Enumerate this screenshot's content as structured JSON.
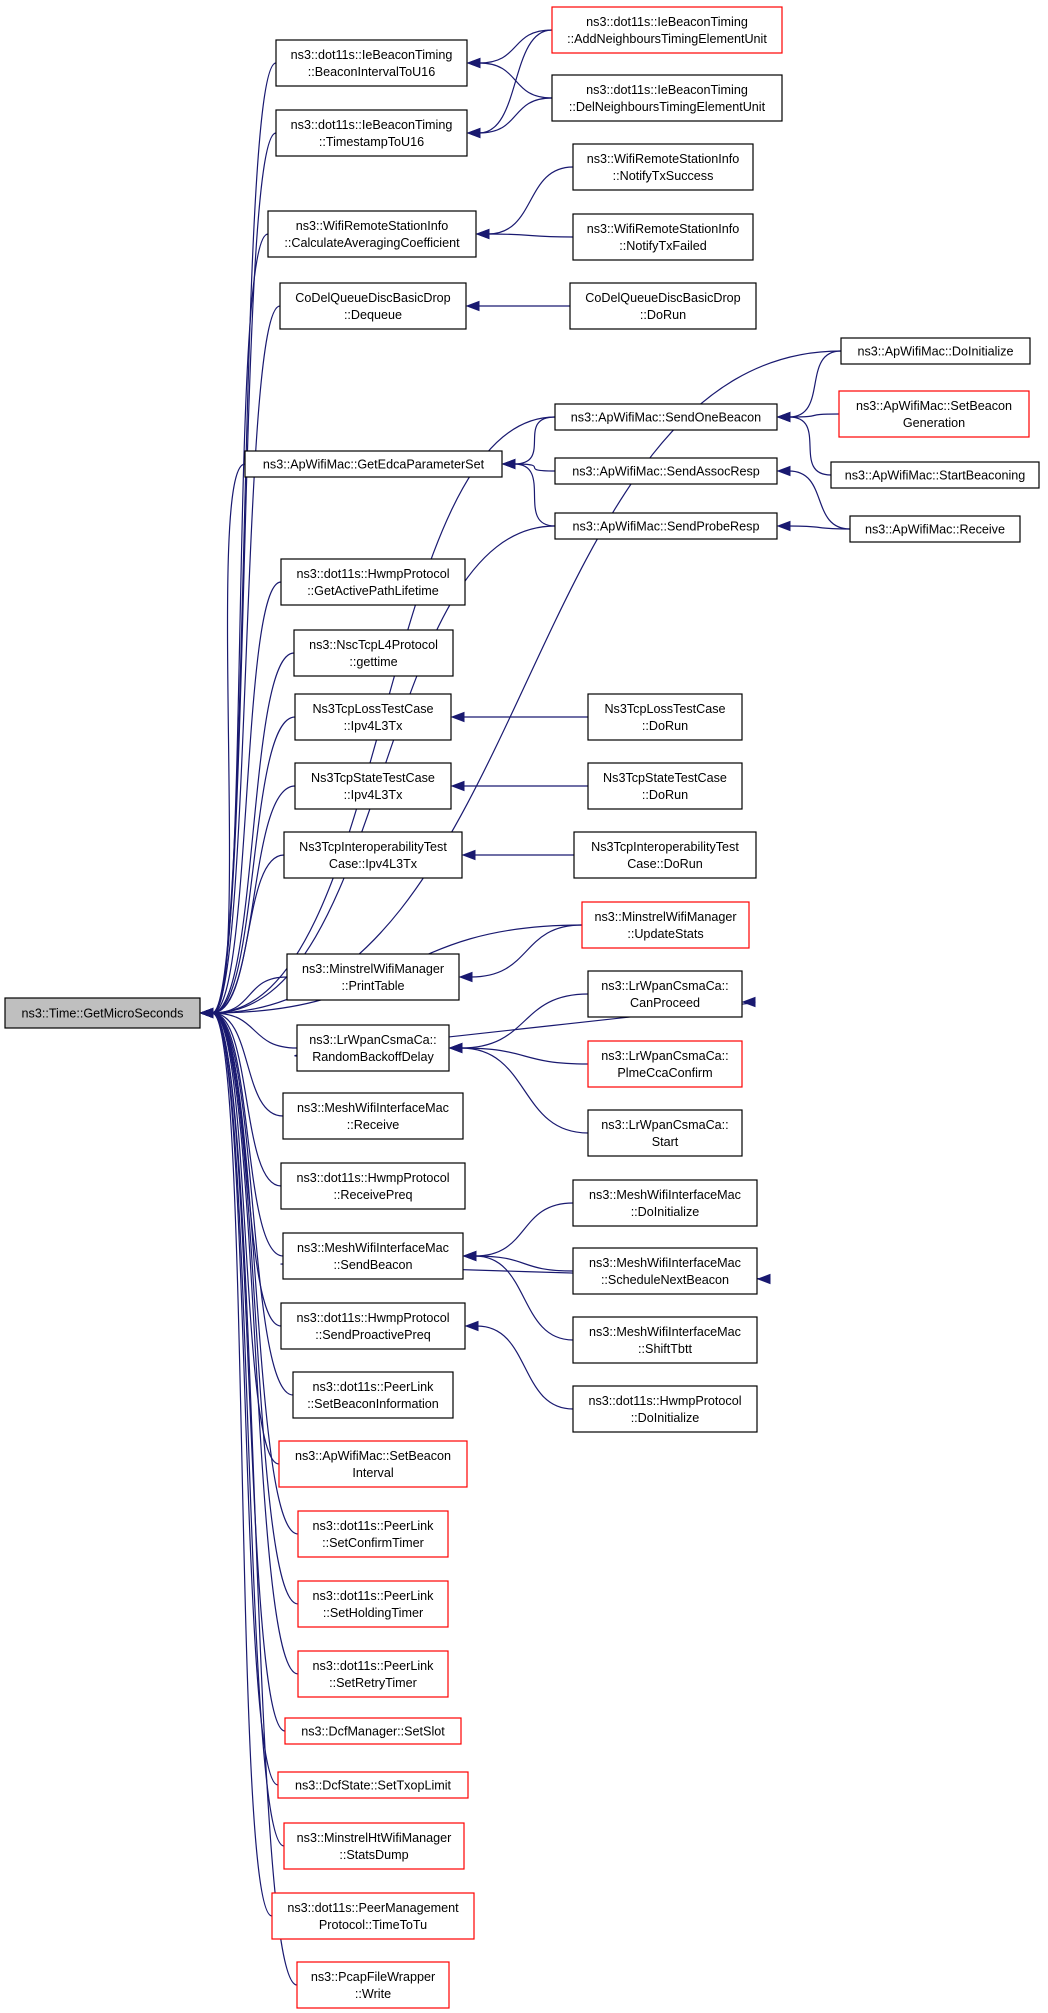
{
  "title": "",
  "colors": {
    "edge": "#191970",
    "border": "#000000",
    "border_incomplete": "#ff0000",
    "root_fill": "#bfbfbf"
  },
  "nodes": [
    {
      "id": "root",
      "lines": [
        "ns3::Time::GetMicroSeconds"
      ],
      "style": "root"
    },
    {
      "id": "bi2u16",
      "lines": [
        "ns3::dot11s::IeBeaconTiming",
        "::BeaconIntervalToU16"
      ],
      "style": "normal"
    },
    {
      "id": "ts2u16",
      "lines": [
        "ns3::dot11s::IeBeaconTiming",
        "::TimestampToU16"
      ],
      "style": "normal"
    },
    {
      "id": "addnte",
      "lines": [
        "ns3::dot11s::IeBeaconTiming",
        "::AddNeighboursTimingElementUnit"
      ],
      "style": "red"
    },
    {
      "id": "delnte",
      "lines": [
        "ns3::dot11s::IeBeaconTiming",
        "::DelNeighboursTimingElementUnit"
      ],
      "style": "normal"
    },
    {
      "id": "calcavg",
      "lines": [
        "ns3::WifiRemoteStationInfo",
        "::CalculateAveragingCoefficient"
      ],
      "style": "normal"
    },
    {
      "id": "notifysucc",
      "lines": [
        "ns3::WifiRemoteStationInfo",
        "::NotifyTxSuccess"
      ],
      "style": "normal"
    },
    {
      "id": "notifyfail",
      "lines": [
        "ns3::WifiRemoteStationInfo",
        "::NotifyTxFailed"
      ],
      "style": "normal"
    },
    {
      "id": "codeldeq",
      "lines": [
        "CoDelQueueDiscBasicDrop",
        "::Dequeue"
      ],
      "style": "normal"
    },
    {
      "id": "codelrun",
      "lines": [
        "CoDelQueueDiscBasicDrop",
        "::DoRun"
      ],
      "style": "normal"
    },
    {
      "id": "apdoinit",
      "lines": [
        "ns3::ApWifiMac::DoInitialize"
      ],
      "style": "normal"
    },
    {
      "id": "apsendbeacon",
      "lines": [
        "ns3::ApWifiMac::SendOneBeacon"
      ],
      "style": "normal"
    },
    {
      "id": "apsetbeacongen",
      "lines": [
        "ns3::ApWifiMac::SetBeacon",
        "Generation"
      ],
      "style": "red"
    },
    {
      "id": "apedca",
      "lines": [
        "ns3::ApWifiMac::GetEdcaParameterSet"
      ],
      "style": "normal"
    },
    {
      "id": "apassoc",
      "lines": [
        "ns3::ApWifiMac::SendAssocResp"
      ],
      "style": "normal"
    },
    {
      "id": "apstartbeacon",
      "lines": [
        "ns3::ApWifiMac::StartBeaconing"
      ],
      "style": "normal"
    },
    {
      "id": "approbe",
      "lines": [
        "ns3::ApWifiMac::SendProbeResp"
      ],
      "style": "normal"
    },
    {
      "id": "apreceive",
      "lines": [
        "ns3::ApWifiMac::Receive"
      ],
      "style": "normal"
    },
    {
      "id": "hwmpactive",
      "lines": [
        "ns3::dot11s::HwmpProtocol",
        "::GetActivePathLifetime"
      ],
      "style": "normal"
    },
    {
      "id": "nscgettime",
      "lines": [
        "ns3::NscTcpL4Protocol",
        "::gettime"
      ],
      "style": "normal"
    },
    {
      "id": "losstx",
      "lines": [
        "Ns3TcpLossTestCase",
        "::Ipv4L3Tx"
      ],
      "style": "normal"
    },
    {
      "id": "lossrun",
      "lines": [
        "Ns3TcpLossTestCase",
        "::DoRun"
      ],
      "style": "normal"
    },
    {
      "id": "statetx",
      "lines": [
        "Ns3TcpStateTestCase",
        "::Ipv4L3Tx"
      ],
      "style": "normal"
    },
    {
      "id": "staterun",
      "lines": [
        "Ns3TcpStateTestCase",
        "::DoRun"
      ],
      "style": "normal"
    },
    {
      "id": "interoptx",
      "lines": [
        "Ns3TcpInteroperabilityTest",
        "Case::Ipv4L3Tx"
      ],
      "style": "normal"
    },
    {
      "id": "interoprun",
      "lines": [
        "Ns3TcpInteroperabilityTest",
        "Case::DoRun"
      ],
      "style": "normal"
    },
    {
      "id": "minstrelupd",
      "lines": [
        "ns3::MinstrelWifiManager",
        "::UpdateStats"
      ],
      "style": "red"
    },
    {
      "id": "minstrelprint",
      "lines": [
        "ns3::MinstrelWifiManager",
        "::PrintTable"
      ],
      "style": "normal"
    },
    {
      "id": "lrcanproceed",
      "lines": [
        "ns3::LrWpanCsmaCa::",
        "CanProceed"
      ],
      "style": "normal"
    },
    {
      "id": "lrrandom",
      "lines": [
        "ns3::LrWpanCsmaCa::",
        "RandomBackoffDelay"
      ],
      "style": "normal"
    },
    {
      "id": "lrplme",
      "lines": [
        "ns3::LrWpanCsmaCa::",
        "PlmeCcaConfirm"
      ],
      "style": "red"
    },
    {
      "id": "lrstart",
      "lines": [
        "ns3::LrWpanCsmaCa::",
        "Start"
      ],
      "style": "normal"
    },
    {
      "id": "meshrecv",
      "lines": [
        "ns3::MeshWifiInterfaceMac",
        "::Receive"
      ],
      "style": "normal"
    },
    {
      "id": "hwmpreq",
      "lines": [
        "ns3::dot11s::HwmpProtocol",
        "::ReceivePreq"
      ],
      "style": "normal"
    },
    {
      "id": "meshdoinit",
      "lines": [
        "ns3::MeshWifiInterfaceMac",
        "::DoInitialize"
      ],
      "style": "normal"
    },
    {
      "id": "meshsendbeacon",
      "lines": [
        "ns3::MeshWifiInterfaceMac",
        "::SendBeacon"
      ],
      "style": "normal"
    },
    {
      "id": "meshschedule",
      "lines": [
        "ns3::MeshWifiInterfaceMac",
        "::ScheduleNextBeacon"
      ],
      "style": "normal"
    },
    {
      "id": "hwmpproactive",
      "lines": [
        "ns3::dot11s::HwmpProtocol",
        "::SendProactivePreq"
      ],
      "style": "normal"
    },
    {
      "id": "meshshift",
      "lines": [
        "ns3::MeshWifiInterfaceMac",
        "::ShiftTbtt"
      ],
      "style": "normal"
    },
    {
      "id": "hwmpdoinit",
      "lines": [
        "ns3::dot11s::HwmpProtocol",
        "::DoInitialize"
      ],
      "style": "normal"
    },
    {
      "id": "peersetbeacon",
      "lines": [
        "ns3::dot11s::PeerLink",
        "::SetBeaconInformation"
      ],
      "style": "normal"
    },
    {
      "id": "apsetbeaconint",
      "lines": [
        "ns3::ApWifiMac::SetBeacon",
        "Interval"
      ],
      "style": "red"
    },
    {
      "id": "peerconfirm",
      "lines": [
        "ns3::dot11s::PeerLink",
        "::SetConfirmTimer"
      ],
      "style": "red"
    },
    {
      "id": "peerholding",
      "lines": [
        "ns3::dot11s::PeerLink",
        "::SetHoldingTimer"
      ],
      "style": "red"
    },
    {
      "id": "peerretry",
      "lines": [
        "ns3::dot11s::PeerLink",
        "::SetRetryTimer"
      ],
      "style": "red"
    },
    {
      "id": "dcfslot",
      "lines": [
        "ns3::DcfManager::SetSlot"
      ],
      "style": "red"
    },
    {
      "id": "dcftxop",
      "lines": [
        "ns3::DcfState::SetTxopLimit"
      ],
      "style": "red"
    },
    {
      "id": "minstrelht",
      "lines": [
        "ns3::MinstrelHtWifiManager",
        "::StatsDump"
      ],
      "style": "red"
    },
    {
      "id": "peermgmt",
      "lines": [
        "ns3::dot11s::PeerManagement",
        "Protocol::TimeToTu"
      ],
      "style": "red"
    },
    {
      "id": "pcapwrite",
      "lines": [
        "ns3::PcapFileWrapper",
        "::Write"
      ],
      "style": "red"
    }
  ],
  "edges": [
    {
      "from": "bi2u16",
      "to": "root"
    },
    {
      "from": "ts2u16",
      "to": "root"
    },
    {
      "from": "calcavg",
      "to": "root"
    },
    {
      "from": "codeldeq",
      "to": "root"
    },
    {
      "from": "apdoinit",
      "to": "root"
    },
    {
      "from": "apsendbeacon",
      "to": "root"
    },
    {
      "from": "apedca",
      "to": "root"
    },
    {
      "from": "approbe",
      "to": "root"
    },
    {
      "from": "hwmpactive",
      "to": "root"
    },
    {
      "from": "nscgettime",
      "to": "root"
    },
    {
      "from": "losstx",
      "to": "root"
    },
    {
      "from": "statetx",
      "to": "root"
    },
    {
      "from": "interoptx",
      "to": "root"
    },
    {
      "from": "minstrelupd",
      "to": "root"
    },
    {
      "from": "minstrelprint",
      "to": "root"
    },
    {
      "from": "lrrandom",
      "to": "root"
    },
    {
      "from": "meshrecv",
      "to": "root"
    },
    {
      "from": "hwmpreq",
      "to": "root"
    },
    {
      "from": "meshsendbeacon",
      "to": "root"
    },
    {
      "from": "hwmpproactive",
      "to": "root"
    },
    {
      "from": "peersetbeacon",
      "to": "root"
    },
    {
      "from": "apsetbeaconint",
      "to": "root"
    },
    {
      "from": "peerconfirm",
      "to": "root"
    },
    {
      "from": "peerholding",
      "to": "root"
    },
    {
      "from": "peerretry",
      "to": "root"
    },
    {
      "from": "dcfslot",
      "to": "root"
    },
    {
      "from": "dcftxop",
      "to": "root"
    },
    {
      "from": "minstrelht",
      "to": "root"
    },
    {
      "from": "peermgmt",
      "to": "root"
    },
    {
      "from": "pcapwrite",
      "to": "root"
    },
    {
      "from": "addnte",
      "to": "bi2u16"
    },
    {
      "from": "delnte",
      "to": "bi2u16"
    },
    {
      "from": "addnte",
      "to": "ts2u16"
    },
    {
      "from": "delnte",
      "to": "ts2u16"
    },
    {
      "from": "notifysucc",
      "to": "calcavg"
    },
    {
      "from": "notifyfail",
      "to": "calcavg"
    },
    {
      "from": "codelrun",
      "to": "codeldeq"
    },
    {
      "from": "apdoinit",
      "to": "apsendbeacon"
    },
    {
      "from": "apsetbeacongen",
      "to": "apsendbeacon"
    },
    {
      "from": "apstartbeacon",
      "to": "apsendbeacon"
    },
    {
      "from": "apsendbeacon",
      "to": "apedca"
    },
    {
      "from": "apassoc",
      "to": "apedca"
    },
    {
      "from": "approbe",
      "to": "apedca"
    },
    {
      "from": "apreceive",
      "to": "apassoc"
    },
    {
      "from": "apreceive",
      "to": "approbe"
    },
    {
      "from": "lossrun",
      "to": "losstx"
    },
    {
      "from": "staterun",
      "to": "statetx"
    },
    {
      "from": "interoprun",
      "to": "interoptx"
    },
    {
      "from": "minstrelupd",
      "to": "minstrelprint"
    },
    {
      "from": "lrcanproceed",
      "to": "lrrandom"
    },
    {
      "from": "lrrandom",
      "to": "lrcanproceed"
    },
    {
      "from": "lrplme",
      "to": "lrrandom"
    },
    {
      "from": "lrstart",
      "to": "lrrandom"
    },
    {
      "from": "meshdoinit",
      "to": "meshsendbeacon"
    },
    {
      "from": "meshsendbeacon",
      "to": "meshschedule"
    },
    {
      "from": "meshschedule",
      "to": "meshsendbeacon"
    },
    {
      "from": "meshshift",
      "to": "meshsendbeacon"
    },
    {
      "from": "hwmpdoinit",
      "to": "hwmpproactive"
    }
  ]
}
